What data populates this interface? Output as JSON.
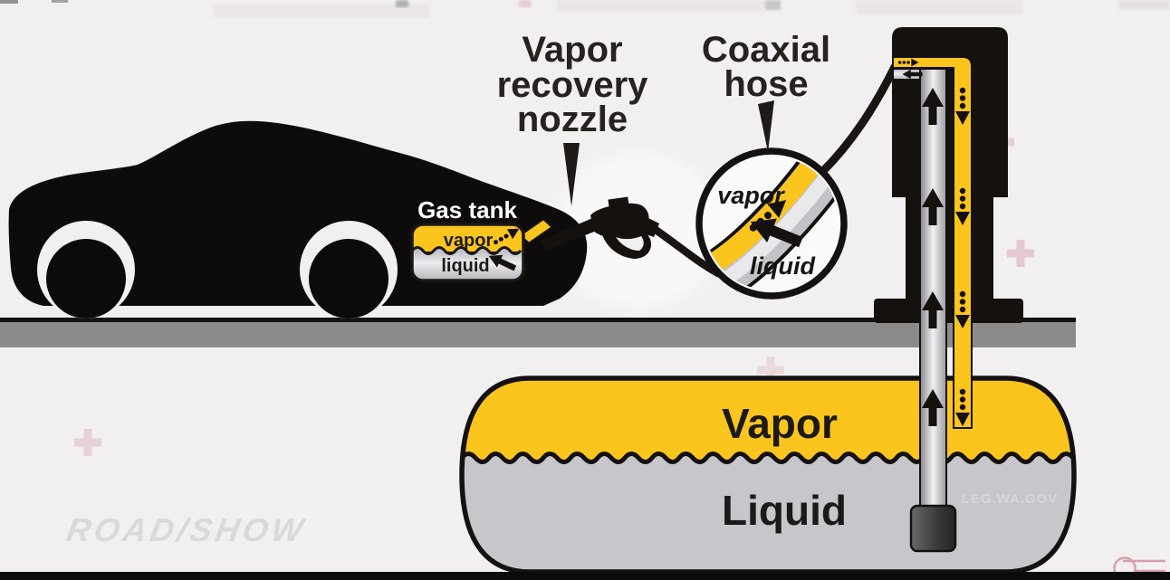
{
  "labels": {
    "nozzle_callout": [
      "Vapor",
      "recovery",
      "nozzle"
    ],
    "hose_callout": [
      "Coaxial",
      "hose"
    ]
  },
  "car": {
    "gas_tank": "Gas tank",
    "vapor": "vapor",
    "liquid": "liquid"
  },
  "magnifier": {
    "vapor": "vapor",
    "liquid": "liquid"
  },
  "storage_tank": {
    "vapor": "Vapor",
    "liquid": "Liquid"
  },
  "watermarks": {
    "site": "LEG.WA.GOV",
    "logo": "ROAD/SHOW"
  },
  "colors": {
    "background": "#f2eff0",
    "vapor_yellow": "#fcc51d",
    "liquid_gray": "#c7c6ca",
    "ground_gray": "#8b8b8b",
    "ink": "#171411",
    "accent_pink": "#c4506a"
  }
}
